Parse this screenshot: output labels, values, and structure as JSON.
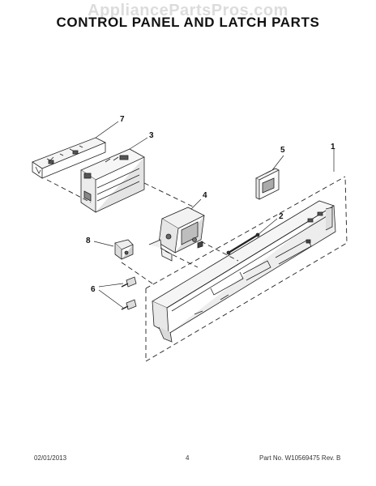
{
  "watermark": "AppliancePartsPros.com",
  "title": "CONTROL PANEL AND LATCH PARTS",
  "parts": [
    {
      "callout": "7"
    },
    {
      "callout": "3"
    },
    {
      "callout": "5"
    },
    {
      "callout": "1"
    },
    {
      "callout": "4"
    },
    {
      "callout": "2"
    },
    {
      "callout": "8"
    },
    {
      "callout": "6"
    }
  ],
  "footer": {
    "date": "02/01/2013",
    "page_number": "4",
    "part_number": "Part No. W10569475  Rev. B"
  }
}
